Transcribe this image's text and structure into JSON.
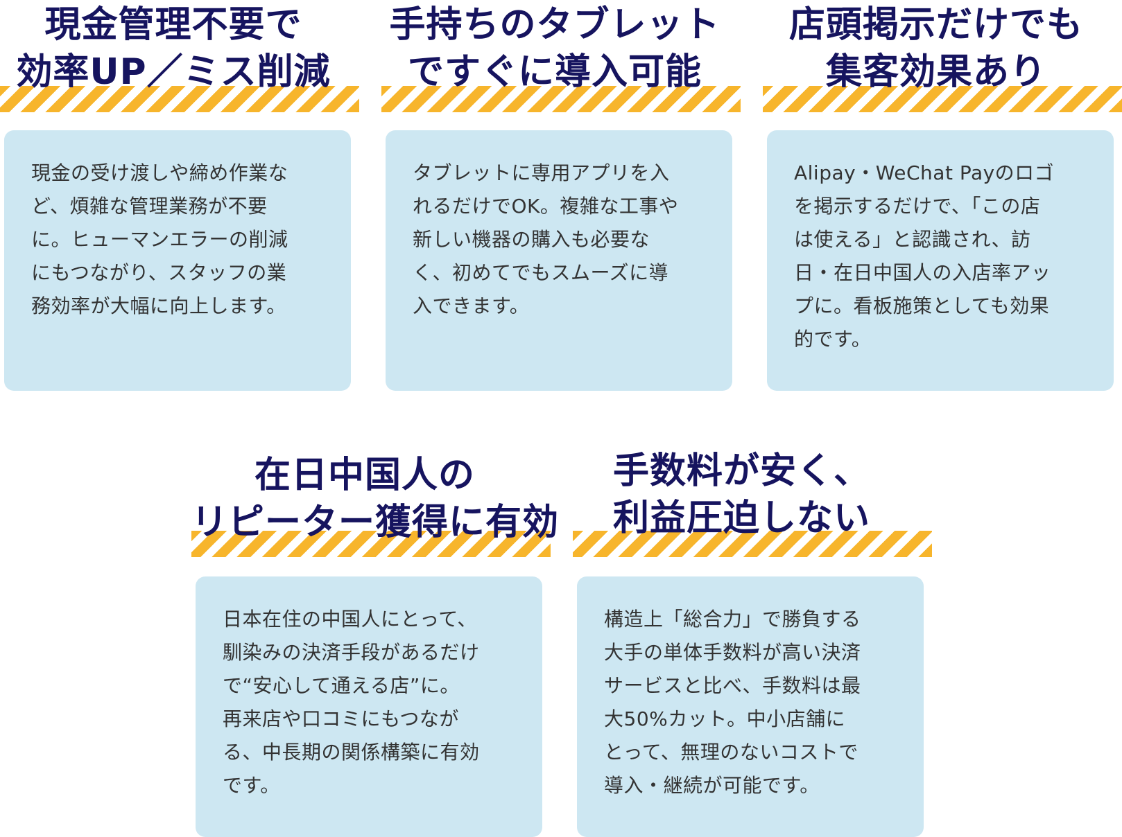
{
  "features": [
    {
      "title": [
        "現金管理不要で",
        "効率UP／ミス削減"
      ],
      "body": [
        "現金の受け渡しや締め作業な",
        "ど、煩雑な管理業務が不要",
        "に。ヒューマンエラーの削減",
        "にもつながり、スタッフの業",
        "務効率が大幅に向上します。"
      ]
    },
    {
      "title": [
        "手持ちのタブレット",
        "ですぐに導入可能"
      ],
      "body": [
        "タブレットに専用アプリを入",
        "れるだけでOK。複雑な工事や",
        "新しい機器の購入も必要な",
        "く、初めてでもスムーズに導",
        "入できます。"
      ]
    },
    {
      "title": [
        "店頭掲示だけでも",
        "集客効果あり"
      ],
      "body": [
        "Alipay・WeChat Payのロゴ",
        "を掲示するだけで、「この店",
        "は使える」と認識され、訪",
        "日・在日中国人の入店率アッ",
        "プに。看板施策としても効果",
        "的です。"
      ]
    },
    {
      "title": [
        "在日中国人の",
        "リピーター獲得に有効"
      ],
      "body": [
        "日本在住の中国人にとって、",
        "馴染みの決済手段があるだけ",
        "で“安心して通える店”に。",
        "再来店や口コミにもつなが",
        "る、中長期の関係構築に有効",
        "です。"
      ]
    },
    {
      "title": [
        "手数料が安く、",
        "利益圧迫しない"
      ],
      "body": [
        "構造上「総合力」で勝負する",
        "大手の単体手数料が高い決済",
        "サービスと比べ、手数料は最",
        "大50%カット。中小店舗に",
        "とって、無理のないコストで",
        "導入・継続が可能です。"
      ]
    }
  ],
  "colors": {
    "heading": "#16145f",
    "stripe": "#f7b52c",
    "card": "#cde7f2",
    "text": "#333333"
  }
}
